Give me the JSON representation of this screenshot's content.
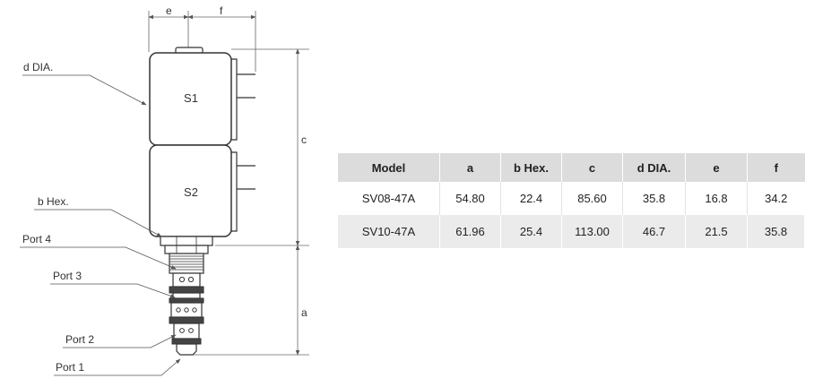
{
  "diagram": {
    "dimension_labels": {
      "e": "e",
      "f": "f",
      "c": "c",
      "a": "a"
    },
    "coil_labels": {
      "top": "S1",
      "bottom": "S2"
    },
    "callouts": {
      "d_dia": "d DIA.",
      "b_hex": "b Hex.",
      "port4": "Port 4",
      "port3": "Port 3",
      "port2": "Port 2",
      "port1": "Port 1"
    }
  },
  "table": {
    "headers": [
      "Model",
      "a",
      "b Hex.",
      "c",
      "d DIA.",
      "e",
      "f"
    ],
    "rows": [
      [
        "SV08-47A",
        "54.80",
        "22.4",
        "85.60",
        "35.8",
        "16.8",
        "34.2"
      ],
      [
        "SV10-47A",
        "61.96",
        "25.4",
        "113.00",
        "46.7",
        "21.5",
        "35.8"
      ]
    ],
    "colors": {
      "header_bg": "#dcdcdc",
      "row_alt_bg": "#ebebeb"
    }
  }
}
